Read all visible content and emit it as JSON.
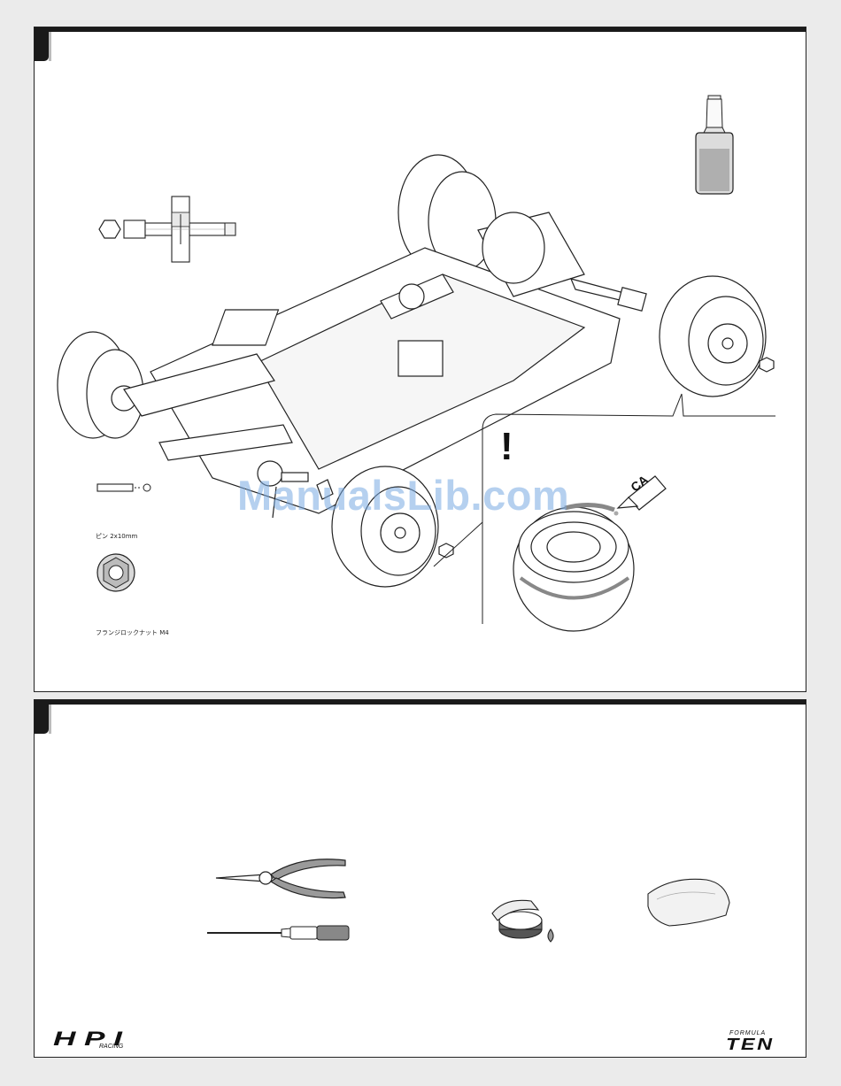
{
  "labels": {
    "pin": "ピン 2x10mm",
    "nut": "フランジロックナット M4",
    "ca_glue": "CA",
    "caution": "!"
  },
  "watermark": "ManualsLib.com",
  "logos": {
    "hpi": "HPI",
    "racing": "RACING",
    "formula": "FORMULA",
    "ten": "TEN"
  },
  "colors": {
    "line": "#222222",
    "page": "#ebebeb",
    "panel": "#ffffff",
    "watermark": "#78aae1"
  },
  "icons": [
    "hex-nut-icon",
    "cross-wrench-icon",
    "thread-lock-bottle-icon",
    "pin-icon",
    "flange-lock-nut-icon",
    "ca-glue-icon",
    "pliers-icon",
    "screwdriver-icon",
    "grease-jar-icon",
    "cloth-icon"
  ]
}
